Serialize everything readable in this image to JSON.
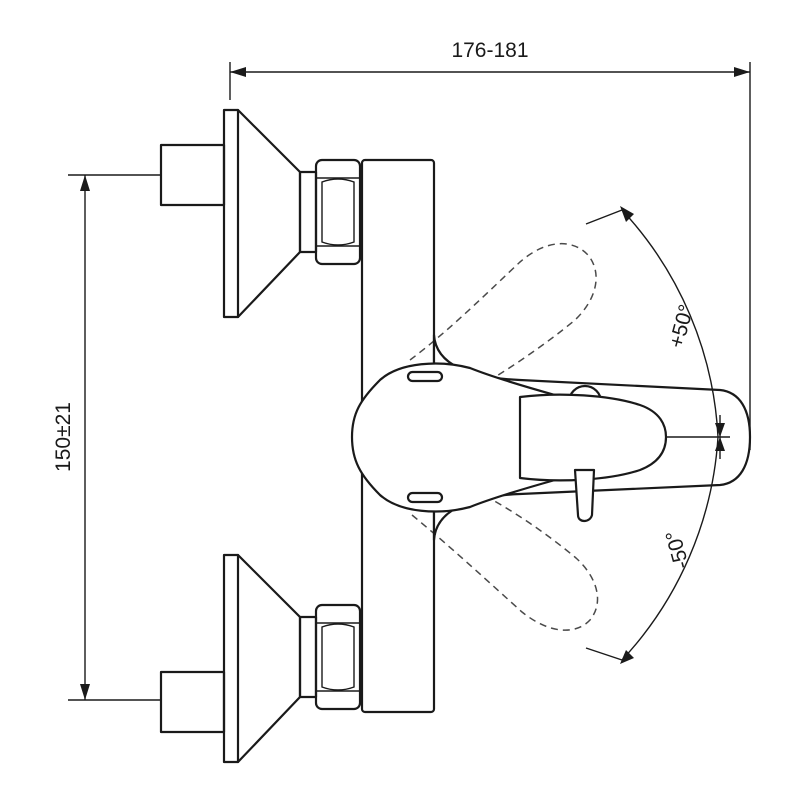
{
  "dimensions": {
    "width_label": "176-181",
    "height_label": "150±21",
    "angle_plus_label": "+50°",
    "angle_minus_label": "-50°"
  }
}
